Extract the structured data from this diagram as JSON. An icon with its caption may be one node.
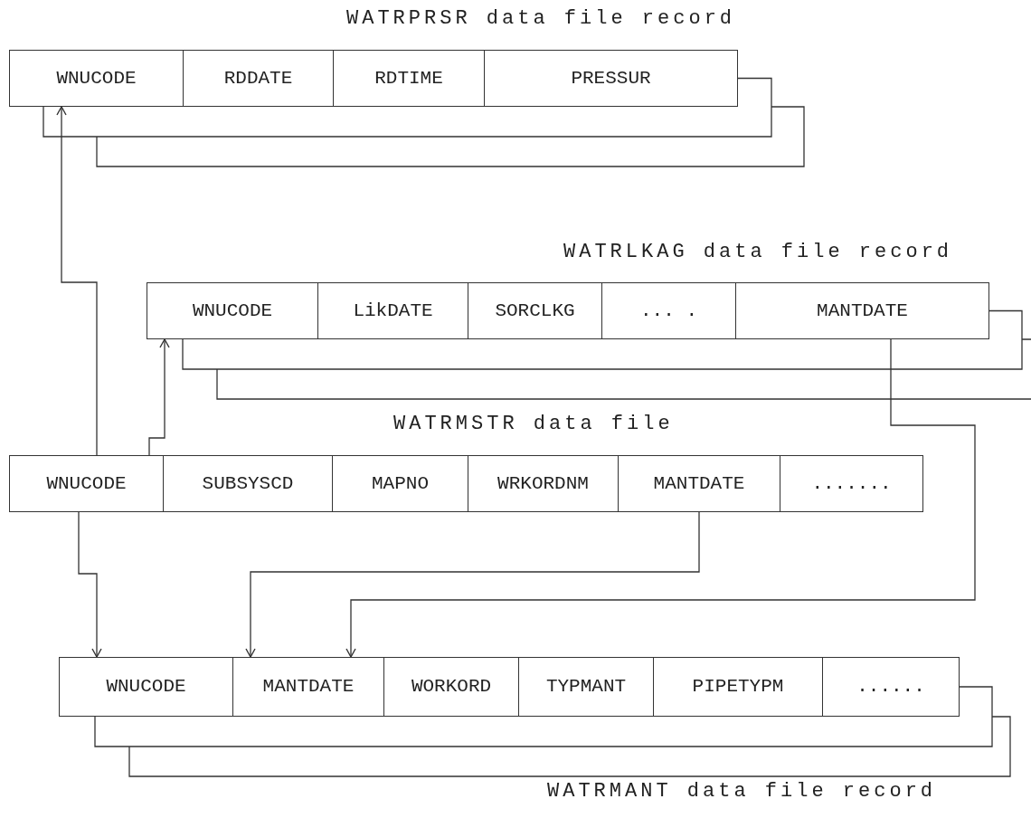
{
  "diagram": {
    "nodes": [
      {
        "text": [
          "WATRPRSR data file record"
        ]
      },
      {
        "text": [
          "WNUCODE"
        ],
        "in": 0
      },
      {
        "text": [
          "RDDATE"
        ],
        "in": 0
      },
      {
        "text": [
          "RDTIME"
        ],
        "in": 0
      },
      {
        "text": [
          "PRESSUR"
        ],
        "in": 0
      },
      {
        "text": [
          "WATRLKAG data file record"
        ]
      },
      {
        "text": [
          "WNUCODE"
        ],
        "in": 5
      },
      {
        "text": [
          "LikDATE"
        ],
        "in": 5
      },
      {
        "text": [
          "SORCLKG"
        ],
        "in": 5
      },
      {
        "text": [
          "... ."
        ],
        "in": 5
      },
      {
        "text": [
          "MANTDATE"
        ],
        "in": 5
      },
      {
        "text": [
          "WATRMSTR data file"
        ]
      },
      {
        "text": [
          "WNUCODE"
        ],
        "in": 11
      },
      {
        "text": [
          "SUBSYSCD"
        ],
        "in": 11
      },
      {
        "text": [
          "MAPNO"
        ],
        "in": 11
      },
      {
        "text": [
          "WRKORDNM"
        ],
        "in": 11
      },
      {
        "text": [
          "MANTDATE"
        ],
        "in": 11
      },
      {
        "text": [
          "......."
        ],
        "in": 11
      },
      {
        "text": [
          "WATRMANT data file record"
        ]
      },
      {
        "text": [
          "WNUCODE"
        ],
        "in": 18
      },
      {
        "text": [
          "MANTDATE"
        ],
        "in": 18
      },
      {
        "text": [
          "WORKORD"
        ],
        "in": 18
      },
      {
        "text": [
          "TYPMANT"
        ],
        "in": 18
      },
      {
        "text": [
          "PIPETYPM"
        ],
        "in": 18
      },
      {
        "text": [
          "......"
        ],
        "in": 18
      }
    ],
    "edges": [
      {
        "from": 12,
        "to": 1,
        "arrow": "to"
      },
      {
        "from": 12,
        "to": 6,
        "arrow": "to"
      },
      {
        "from": 12,
        "to": 19,
        "arrow": "to"
      },
      {
        "from": 16,
        "to": 20,
        "arrow": "to"
      },
      {
        "from": 10,
        "to": 20,
        "arrow": "to"
      }
    ]
  }
}
